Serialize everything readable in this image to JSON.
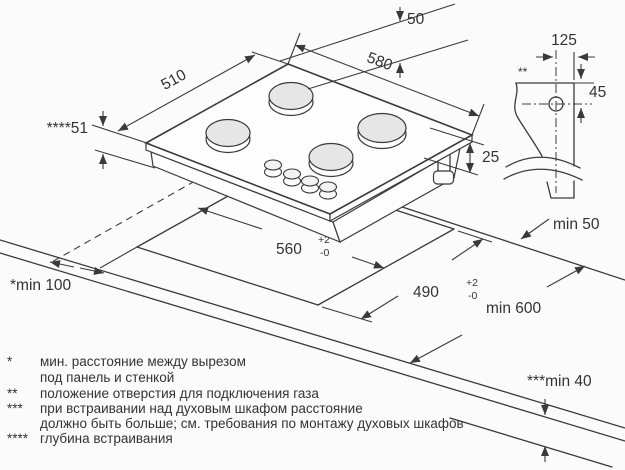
{
  "diagram": {
    "dims": {
      "d50": "50",
      "d510": "510",
      "d580": "580",
      "d125": "125",
      "d45": "45",
      "d25": "25",
      "embed_depth": "****51",
      "gas_hole_mark": "**",
      "min50": "min 50",
      "min600": "min 600",
      "min100": "*min 100",
      "min40": "***min 40",
      "d560": "560",
      "d490": "490",
      "tol_plus": "+2",
      "tol_minus": "-0"
    },
    "footnotes": [
      {
        "marker": "*",
        "text": "мин. расстояние между вырезом"
      },
      {
        "marker": "",
        "text": "под панель и стенкой"
      },
      {
        "marker": "**",
        "text": "положение отверстия для подключения газа"
      },
      {
        "marker": "***",
        "text": "при встраивании над духовым шкафом расстояние"
      },
      {
        "marker": "",
        "text": "должно быть больше; см. требования по монтажу духовых шкафов"
      },
      {
        "marker": "****",
        "text": "глубина встраивания"
      }
    ],
    "colors": {
      "line": "#3a3a3a",
      "burner": "#e6e6e6",
      "background": "#fafbfa"
    }
  }
}
